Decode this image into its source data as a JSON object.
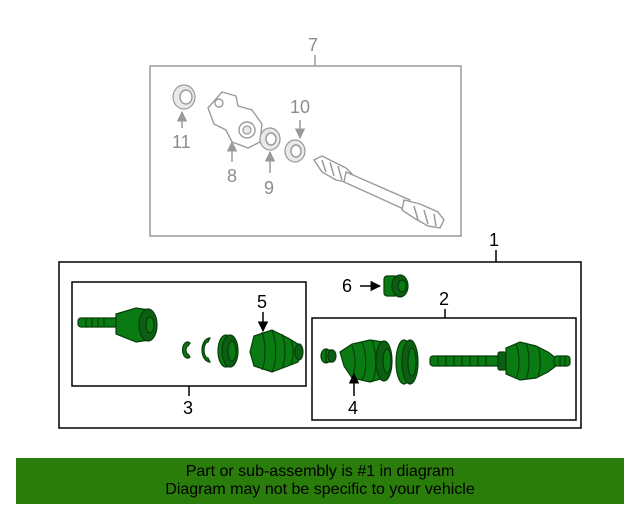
{
  "callouts": {
    "c1": "1",
    "c2": "2",
    "c3": "3",
    "c4": "4",
    "c5": "5",
    "c6": "6",
    "c7": "7",
    "c8": "8",
    "c9": "9",
    "c10": "10",
    "c11": "11"
  },
  "banner": {
    "line1": "Part or sub-assembly is #1 in diagram",
    "line2": "Diagram may not be specific to your vehicle"
  },
  "colors": {
    "part_green": "#0a7a12",
    "banner_green": "#2a7d0a",
    "reference_grey": "#9a9a9a"
  }
}
